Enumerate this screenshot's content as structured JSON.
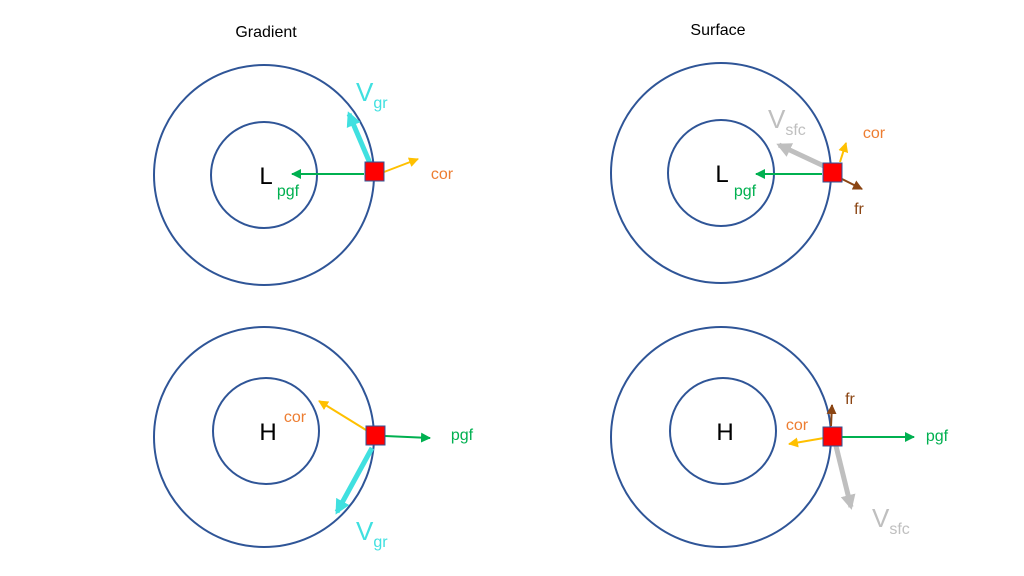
{
  "titles": {
    "left": "Gradient",
    "right": "Surface"
  },
  "centers": {
    "low": "L",
    "high": "H"
  },
  "labels": {
    "pgf": "pgf",
    "cor": "cor",
    "fr": "fr"
  },
  "velocity": {
    "main": "V",
    "gradient_sub": "gr",
    "surface_sub": "sfc"
  },
  "colors": {
    "ring": "#2f5597",
    "parcel": "#ff0000",
    "pgf": "#00b050",
    "cor": "#ffc000",
    "cor_text": "#ed7d31",
    "fr": "#8b4513",
    "v_gradient": "#40e0e0",
    "v_surface": "#bfbfbf"
  }
}
